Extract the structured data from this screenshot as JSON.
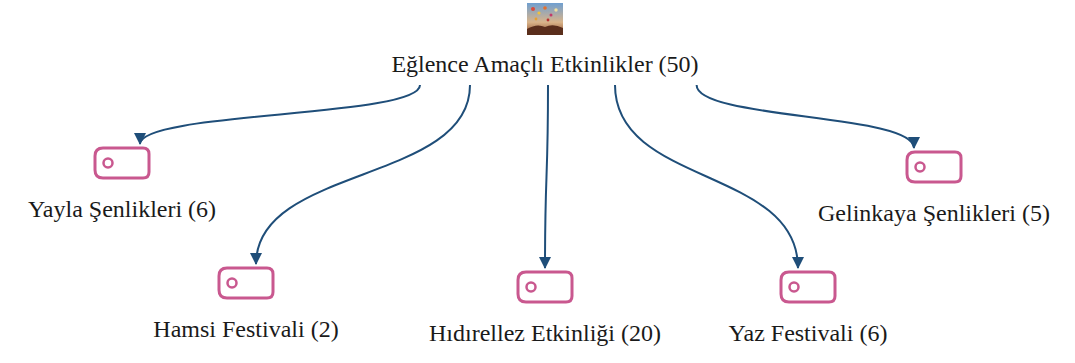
{
  "diagram": {
    "nodes": [
      {
        "text": [
          "Eğlence Amaçlı Etkinlikler (50)"
        ]
      },
      {
        "text": [
          "Yayla Şenlikleri (6)"
        ]
      },
      {
        "text": [
          "Hamsi Festivali  (2)"
        ]
      },
      {
        "text": [
          "Hıdırellez Etkinliği (20)"
        ]
      },
      {
        "text": [
          "Yaz Festivali (6)"
        ]
      },
      {
        "text": [
          "Gelinkaya Şenlikleri (5)"
        ]
      }
    ],
    "edges": [
      {
        "from": 0,
        "to": 1,
        "arrow": "to"
      },
      {
        "from": 0,
        "to": 2,
        "arrow": "to"
      },
      {
        "from": 0,
        "to": 3,
        "arrow": "to"
      },
      {
        "from": 0,
        "to": 4,
        "arrow": "to"
      },
      {
        "from": 0,
        "to": 5,
        "arrow": "to"
      }
    ]
  }
}
